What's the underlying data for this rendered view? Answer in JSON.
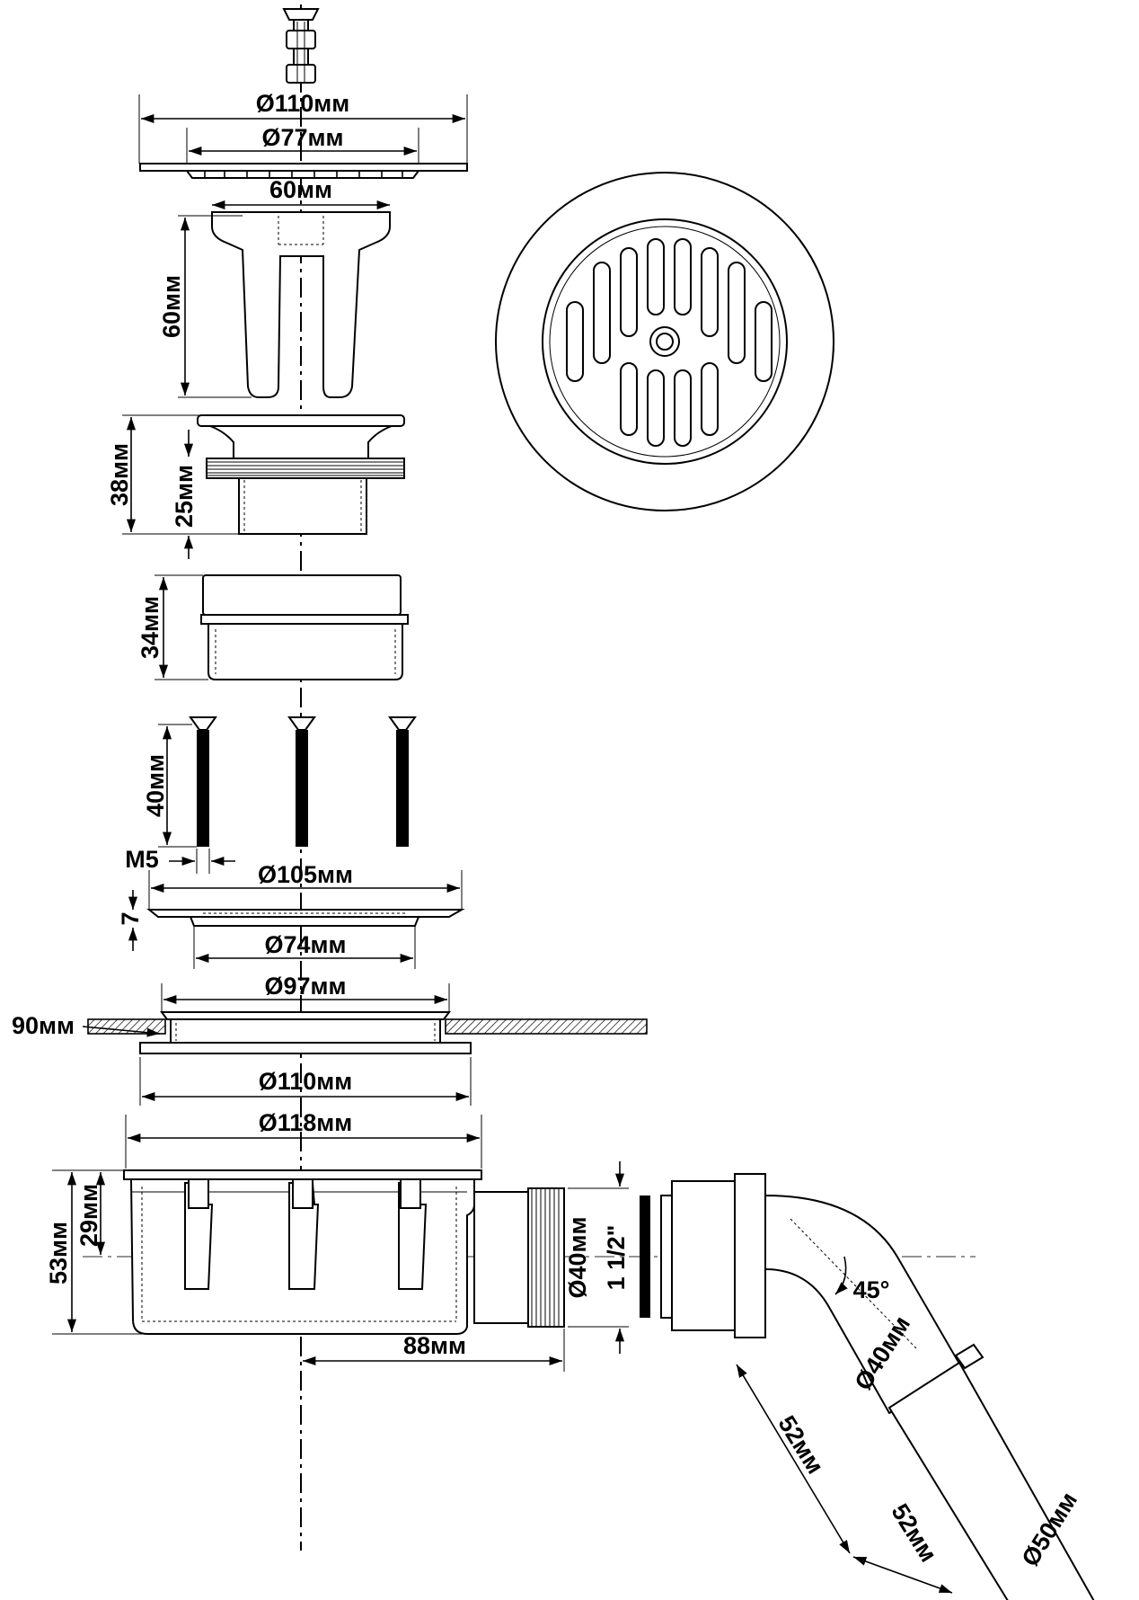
{
  "labels": {
    "top_grate_outer_diameter": "Ø110мм",
    "top_grate_inner_diameter": "Ø77мм",
    "strainer_width": "60мм",
    "strainer_height": "60мм",
    "outlet_total_height": "38мм",
    "outlet_thread_height": "25мм",
    "coupling_height": "34мм",
    "screw_length": "40мм",
    "screw_thread": "M5",
    "flange_diameter": "Ø105мм",
    "flange_thickness": "7",
    "flange_inner_diameter": "Ø74мм",
    "gasket_diameter": "Ø97мм",
    "floor_thickness": "90мм",
    "ring_diameter": "Ø110мм",
    "body_diameter": "Ø118мм",
    "body_total_height": "53мм",
    "body_axis_height": "29мм",
    "outlet_length": "88мм",
    "outlet_diameter": "Ø40мм",
    "outlet_thread": "1 1/2\"",
    "elbow_angle": "45°",
    "elbow_inner_diameter": "Ø40мм",
    "elbow_length_1": "52мм",
    "elbow_length_2": "52мм",
    "elbow_outer_diameter": "Ø50мм"
  }
}
